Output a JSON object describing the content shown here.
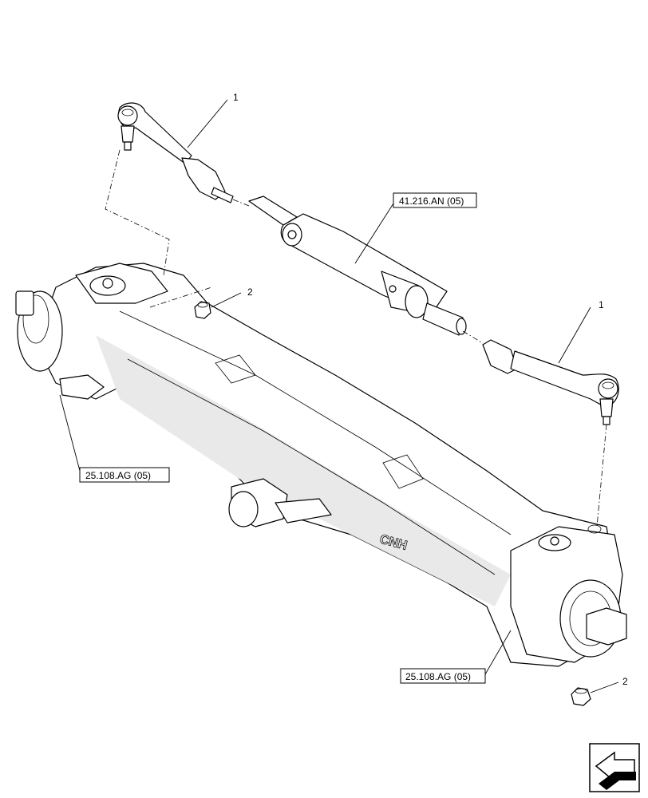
{
  "callouts": {
    "item_1_top": "1",
    "item_1_right": "1",
    "item_2_top": "2",
    "item_2_bottom": "2"
  },
  "references": {
    "steering_cylinder": "41.216.AN (05)",
    "axle_left": "25.108.AG (05)",
    "axle_right": "25.108.AG (05)"
  },
  "logo_text": "CNH",
  "icons": {
    "nav": "previous-arrow-icon"
  }
}
